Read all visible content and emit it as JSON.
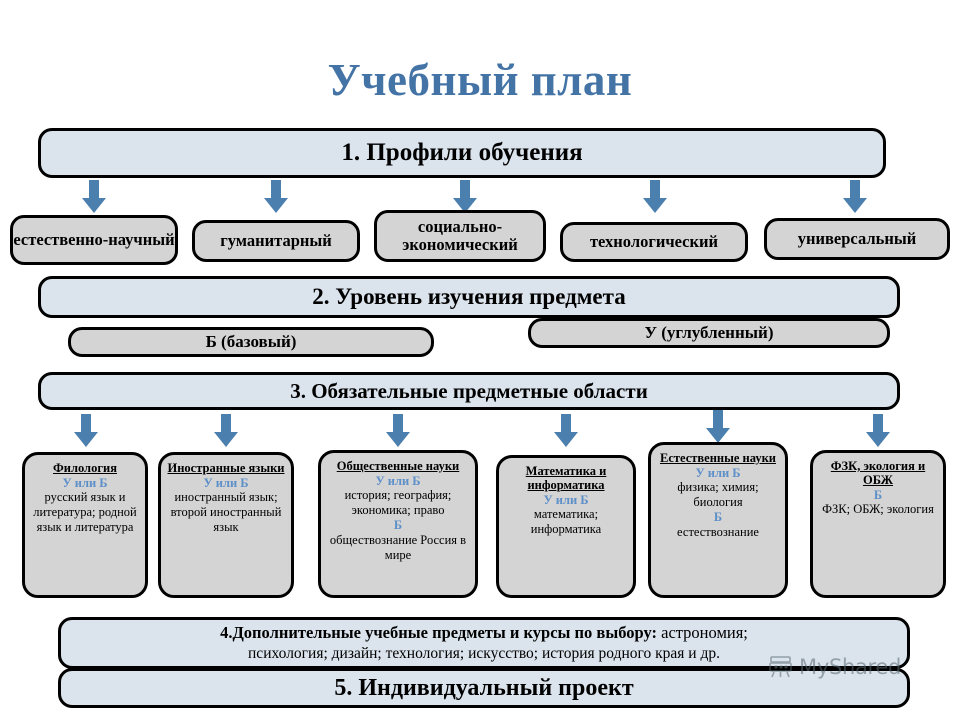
{
  "title": "Учебный план",
  "sections": {
    "s1": "1. Профили обучения",
    "s2": "2. Уровень изучения предмета",
    "s3": "3. Обязательные предметные области",
    "s4_bold": "4.Дополнительные учебные предметы и курсы по выбору:",
    "s4_tail": " астрономия;",
    "s4_line2": "психология; дизайн;   технология; искусство; история родного края и др.",
    "s5": "5. Индивидуальный проект"
  },
  "profiles": [
    {
      "label": "естественно-научный"
    },
    {
      "label": "гуманитарный"
    },
    {
      "label": "социально-экономический"
    },
    {
      "label": "технологический"
    },
    {
      "label": "универсальный"
    }
  ],
  "levels": [
    {
      "label": "Б (базовый)"
    },
    {
      "label": "У (углубленный)"
    }
  ],
  "subjects": [
    {
      "title": "Филология",
      "level1": "У или Б",
      "body1": "русский язык и литература; родной язык и литература",
      "level2": "",
      "body2": ""
    },
    {
      "title": "Иностранные языки",
      "level1": "У или Б",
      "body1": "иностранный язык; второй иностранный язык",
      "level2": "",
      "body2": ""
    },
    {
      "title": "Общественные науки",
      "level1": "У или Б",
      "body1": "история; география; экономика; право",
      "level2": "Б",
      "body2": "обществознание Россия в мире"
    },
    {
      "title": "Математика и информатика",
      "level1": "У или Б",
      "body1": "математика; информатика",
      "level2": "",
      "body2": ""
    },
    {
      "title": "Естественные науки",
      "level1": "У или Б",
      "body1": "физика; химия; биология",
      "level2": "Б",
      "body2": "естествознание"
    },
    {
      "title": "ФЗК, экология и ОБЖ",
      "level1": "Б",
      "body1": "ФЗК; ОБЖ; экология",
      "level2": "",
      "body2": ""
    }
  ],
  "watermark": {
    "text": "MyShared",
    "icon": "projector-icon"
  },
  "colors": {
    "title": "#4473a6",
    "header_box_fill": "#dbe3ec",
    "plain_box_fill": "#d4d4d4",
    "arrow": "#4a7fae",
    "level_text": "#5d8fc9",
    "border": "#000000"
  }
}
